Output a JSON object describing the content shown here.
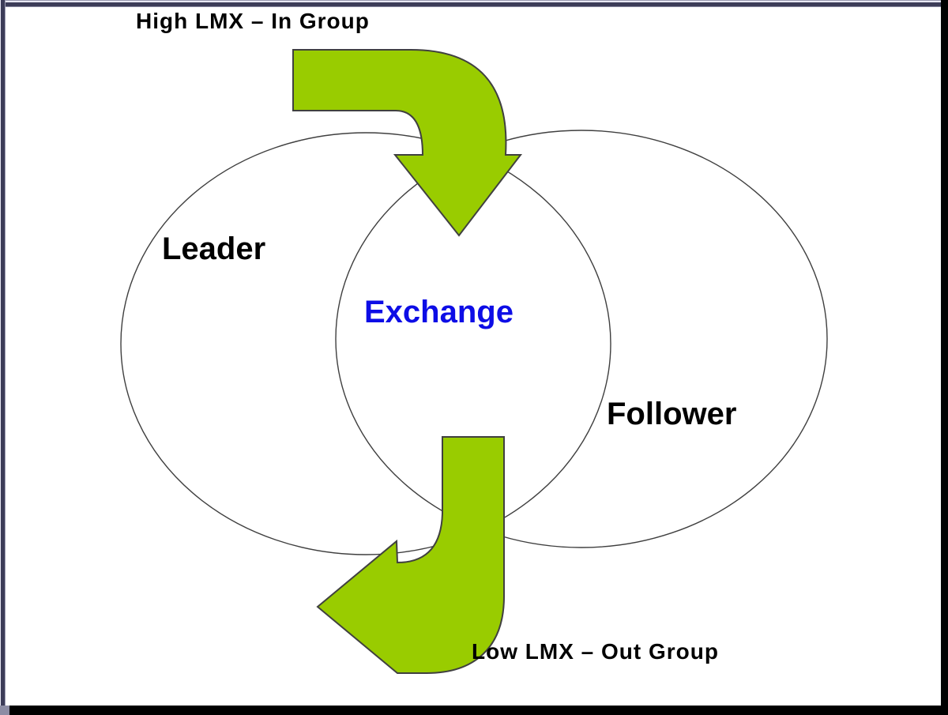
{
  "diagram": {
    "top_annotation": "High LMX – In Group",
    "bottom_annotation": "Low LMX – Out Group",
    "circles": {
      "left_label": "Leader",
      "overlap_label": "Exchange",
      "right_label": "Follower"
    }
  },
  "icons": {
    "top_arrow": "curved-arrow-down-icon",
    "bottom_arrow": "curved-arrow-left-icon"
  },
  "colors": {
    "arrow_fill": "#99CC00",
    "arrow_outline": "#404040",
    "circle_outline": "#3F3F3F",
    "exchange_text": "#0D0DE6",
    "label_text": "#000000",
    "frame_dark": "#3C3C58",
    "frame_light": "#E9E9F4",
    "frame_mid": "#9A9AB0",
    "edge_bars": "#000000",
    "corner_square": "#8C8CA4",
    "canvas_background": "#FFFFFF"
  }
}
